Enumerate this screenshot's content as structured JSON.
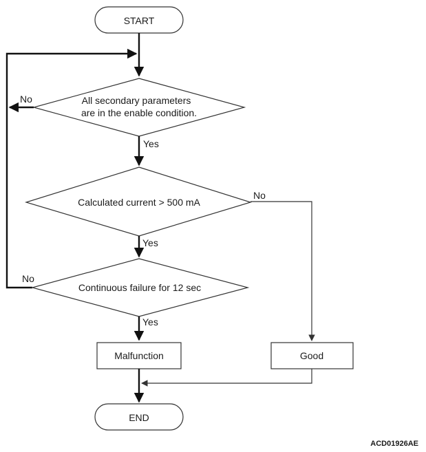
{
  "nodes": {
    "start": "START",
    "decision_params_line1": "All secondary parameters",
    "decision_params_line2": "are in the enable condition.",
    "decision_current": "Calculated current > 500 mA",
    "decision_failure": "Continuous failure for 12 sec",
    "malfunction": "Malfunction",
    "good": "Good",
    "end": "END"
  },
  "edge_labels": {
    "params_no": "No",
    "params_yes": "Yes",
    "current_no": "No",
    "current_yes": "Yes",
    "failure_no": "No",
    "failure_yes": "Yes"
  },
  "reference_code": "ACD01926AE"
}
